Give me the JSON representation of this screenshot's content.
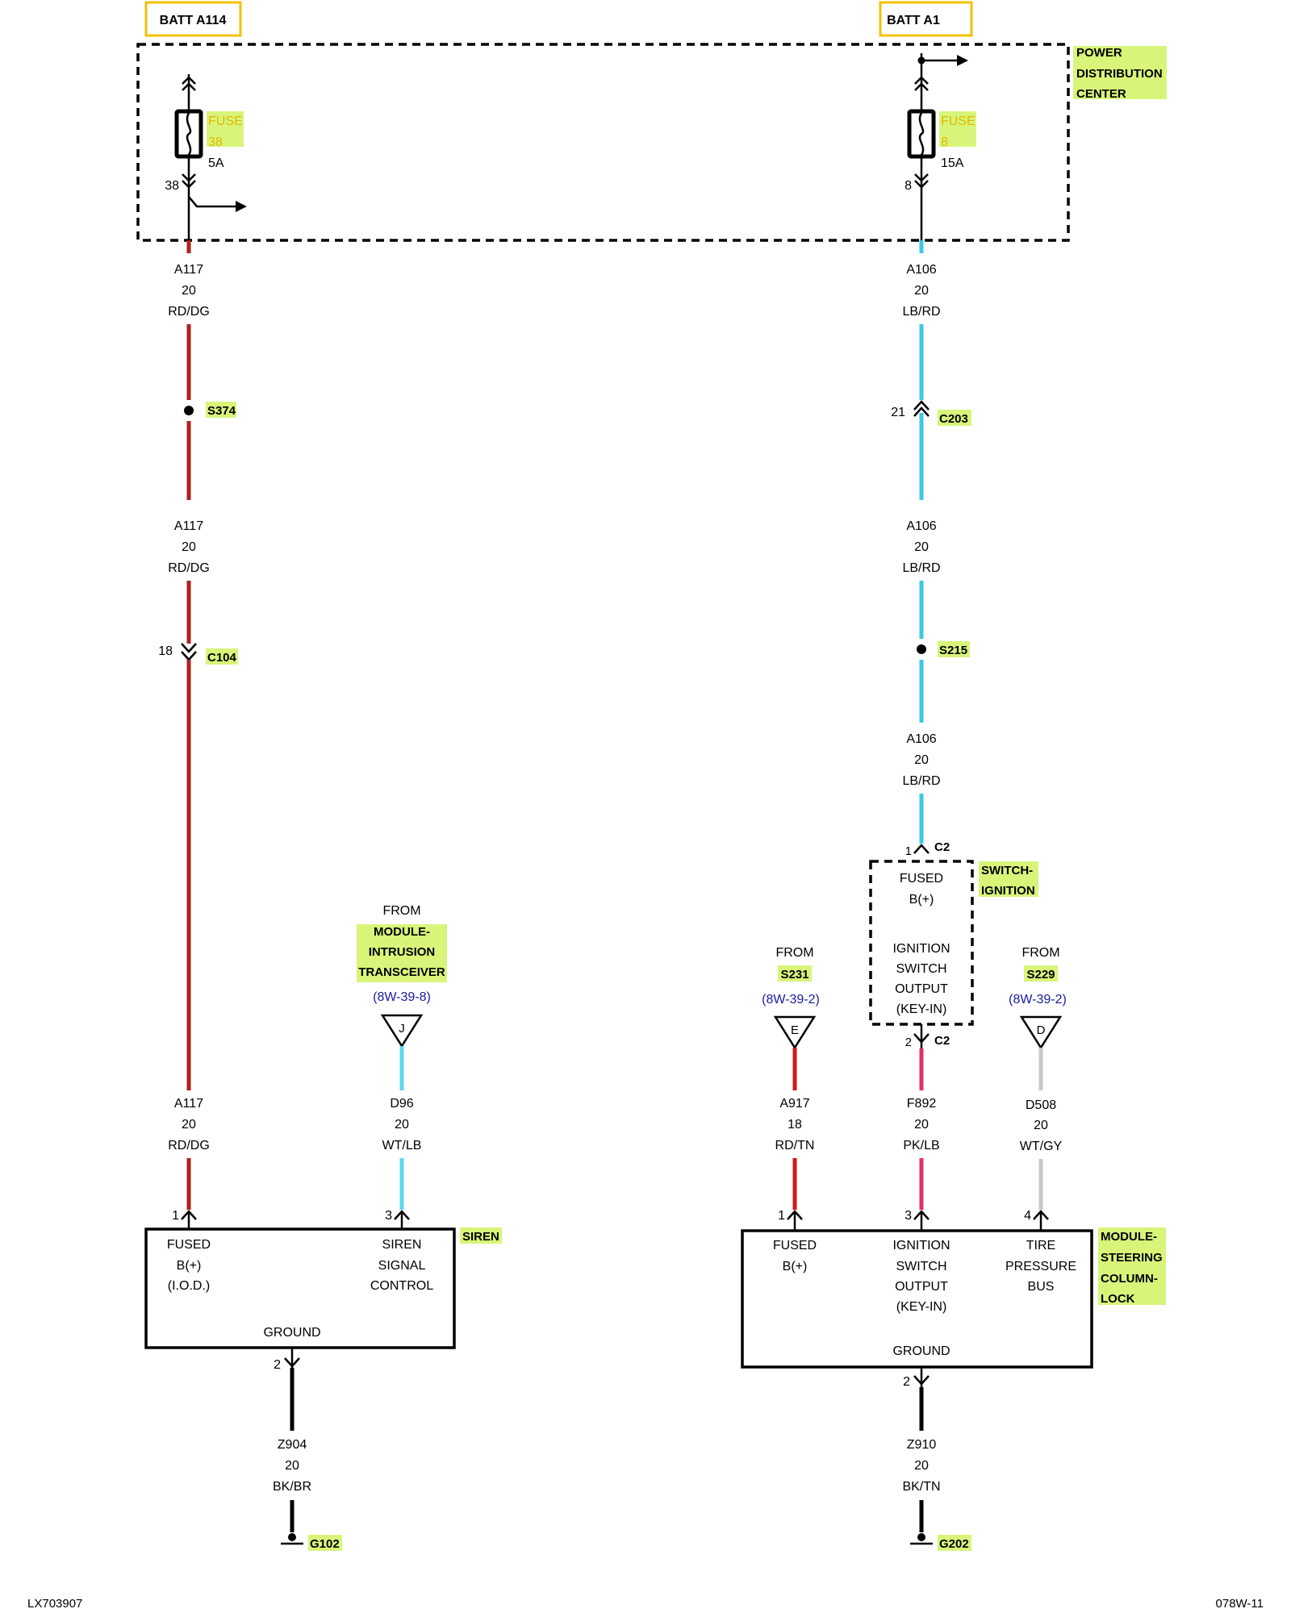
{
  "sources": {
    "left_label": "BATT A114",
    "right_label": "BATT A1"
  },
  "pdc": {
    "label_lines": [
      "POWER",
      "DISTRIBUTION",
      "CENTER"
    ],
    "fuse_left": {
      "title": "FUSE",
      "number": "38",
      "rating": "5A",
      "pin": "38"
    },
    "fuse_right": {
      "title": "FUSE",
      "number": "8",
      "rating": "15A",
      "pin": "8"
    }
  },
  "wire_colors": {
    "rd_dg": "#b02020",
    "lb_rd": "#3ec9e0",
    "wt_lb": "#5fd6ea",
    "rd_tn": "#d81515",
    "pk_lb": "#e0306a",
    "wt_gy": "#c8c8c8",
    "bk": "#000000",
    "highlight": "#d8f57a",
    "batt_box": "#f2c200",
    "ref_text": "#1a1aa0"
  },
  "wires": {
    "a117_top": {
      "circuit": "A117",
      "gauge": "20",
      "color": "RD/DG"
    },
    "a117_mid": {
      "circuit": "A117",
      "gauge": "20",
      "color": "RD/DG"
    },
    "a117_bot": {
      "circuit": "A117",
      "gauge": "20",
      "color": "RD/DG"
    },
    "a106_top": {
      "circuit": "A106",
      "gauge": "20",
      "color": "LB/RD"
    },
    "a106_mid": {
      "circuit": "A106",
      "gauge": "20",
      "color": "LB/RD"
    },
    "a106_bot": {
      "circuit": "A106",
      "gauge": "20",
      "color": "LB/RD"
    },
    "d96": {
      "circuit": "D96",
      "gauge": "20",
      "color": "WT/LB"
    },
    "a917": {
      "circuit": "A917",
      "gauge": "18",
      "color": "RD/TN"
    },
    "f892": {
      "circuit": "F892",
      "gauge": "20",
      "color": "PK/LB"
    },
    "d508": {
      "circuit": "D508",
      "gauge": "20",
      "color": "WT/GY"
    },
    "z904": {
      "circuit": "Z904",
      "gauge": "20",
      "color": "BK/BR"
    },
    "z910": {
      "circuit": "Z910",
      "gauge": "20",
      "color": "BK/TN"
    }
  },
  "splices": {
    "s374": "S374",
    "s215": "S215"
  },
  "connectors": {
    "c203": {
      "name": "C203",
      "pin": "21"
    },
    "c104": {
      "name": "C104",
      "pin": "18"
    },
    "c2_in": {
      "name": "C2",
      "pin": "1"
    },
    "c2_out": {
      "name": "C2",
      "pin": "2"
    }
  },
  "switch_ignition": {
    "label_lines": [
      "SWITCH-",
      "IGNITION"
    ],
    "fused_lines": [
      "FUSED",
      "B(+)"
    ],
    "output_lines": [
      "IGNITION",
      "SWITCH",
      "OUTPUT",
      "(KEY-IN)"
    ]
  },
  "from_refs": {
    "intrusion": {
      "from": "FROM",
      "lines": [
        "MODULE-",
        "INTRUSION",
        "TRANSCEIVER"
      ],
      "ref": "(8W-39-8)",
      "letter": "J"
    },
    "s231": {
      "from": "FROM",
      "lines": [
        "S231"
      ],
      "ref": "(8W-39-2)",
      "letter": "E"
    },
    "s229": {
      "from": "FROM",
      "lines": [
        "S229"
      ],
      "ref": "(8W-39-2)",
      "letter": "D"
    }
  },
  "siren": {
    "label": "SIREN",
    "pin1": "1",
    "pin3": "3",
    "pin_ground": "2",
    "fused_lines": [
      "FUSED",
      "B(+)",
      "(I.O.D.)"
    ],
    "signal_lines": [
      "SIREN",
      "SIGNAL",
      "CONTROL"
    ],
    "ground": "GROUND"
  },
  "module_scl": {
    "label_lines": [
      "MODULE-",
      "STEERING",
      "COLUMN-",
      "LOCK"
    ],
    "pin1": "1",
    "pin3": "3",
    "pin4": "4",
    "pin_ground": "2",
    "fused_lines": [
      "FUSED",
      "B(+)"
    ],
    "ign_lines": [
      "IGNITION",
      "SWITCH",
      "OUTPUT",
      "(KEY-IN)"
    ],
    "tire_lines": [
      "TIRE",
      "PRESSURE",
      "BUS"
    ],
    "ground": "GROUND"
  },
  "grounds": {
    "g102": "G102",
    "g202": "G202"
  },
  "footer": {
    "left": "LX703907",
    "right": "078W-11"
  }
}
